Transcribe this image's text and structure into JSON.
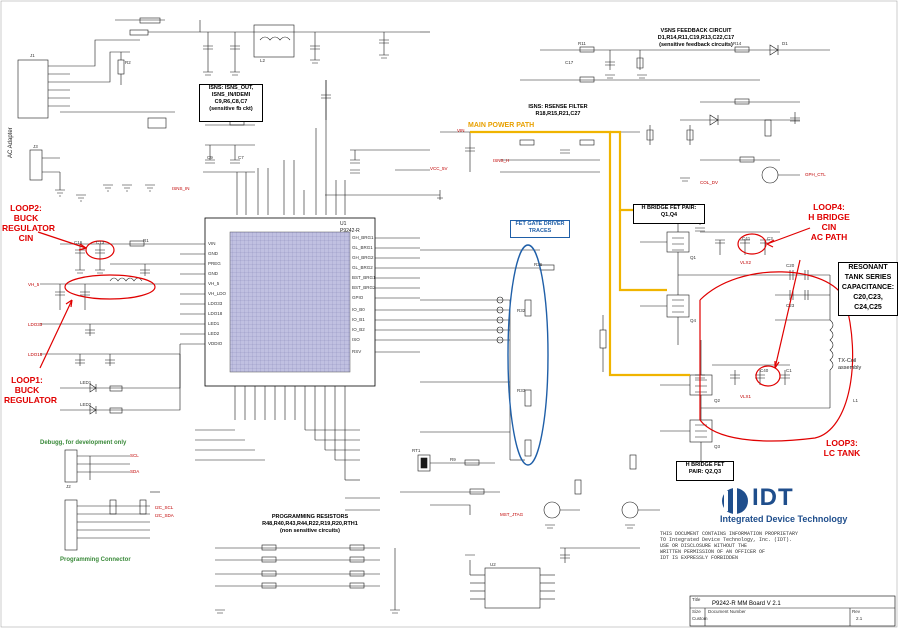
{
  "boxes": {
    "isns": [
      "ISNS: ISNS_OUT,",
      "ISNS_IN/IDEMI",
      "C9,R6,C8,C7",
      "(sensitive fb ckt)"
    ],
    "vsns": [
      "VSNS FEEDBACK CIRCUIT",
      "D1,R14,R11,C19,R13,C22,C17",
      "(sensitive feedback circuits)"
    ],
    "rsense": [
      "ISNS: RSENSE FILTER",
      "R18,R15,R21,C27"
    ],
    "fet_gate": [
      "FET GATE DRIVER",
      "TRACES"
    ],
    "hbridge_q1q4": [
      "H BRIDGE FET PAIR:",
      "Q1,Q4"
    ],
    "hbridge_q2q3": [
      "H BRIDGE FET",
      "PAIR: Q2,Q3"
    ],
    "resonant": [
      "RESONANT",
      "TANK SERIES",
      "CAPACITANCE:",
      "C20,C23,",
      "C24,C25"
    ],
    "prog": [
      "PROGRAMMING RESISTORS",
      "R48,R40,R43,R44,R22,R19,R20,RTH1",
      "(non sensitive circuits)"
    ]
  },
  "annotations": {
    "loop2": [
      "LOOP2:",
      "BUCK",
      "REGULATOR",
      "CIN"
    ],
    "loop1": [
      "LOOP1:",
      "BUCK",
      "REGULATOR"
    ],
    "loop4": [
      "LOOP4:",
      "H BRIDGE",
      "CIN",
      "AC PATH"
    ],
    "loop3": [
      "LOOP3:",
      "LC TANK"
    ],
    "main_power": "MAIN POWER PATH",
    "ac_adapter": "AC Adapter",
    "debug": "Debugg, for development only",
    "prog_conn": "Programming Connector",
    "tx_coil": [
      "TX-Coil",
      "assembly"
    ]
  },
  "chip": {
    "ref": "U1",
    "part": "P9242-R",
    "left_pins": [
      "VIN",
      "GND",
      "PREG",
      "GND",
      "VH_5",
      "VH_LDO",
      "LDO33",
      "LDO18",
      "LED1",
      "LED2",
      "VDDIO"
    ],
    "right_pins": [
      "GH_BRG1",
      "GL_BRG1",
      "GH_BRG2",
      "GL_BRG2",
      "BST_BRG1",
      "BST_BRG2",
      "GPIO",
      "IO_B0",
      "IO_B1",
      "IO_B2",
      "ISO",
      "RSV"
    ]
  },
  "parts": {
    "c16": "C16",
    "c13": "C13",
    "c9": "C9",
    "c7": "C7",
    "c17": "C17",
    "r1": "R1",
    "r2": "R2",
    "r9": "R9",
    "r14": "R14",
    "d1": "D1",
    "r11": "R11",
    "q1": "Q1",
    "q2": "Q2",
    "q3": "Q3",
    "q4": "Q4",
    "c20": "C20",
    "c23": "C23",
    "c1": "C1",
    "c40": "C40",
    "c41": "C41",
    "c3": "C3",
    "rt1": "RT1",
    "j1": "J1",
    "j2": "J2",
    "j3": "J3",
    "l1": "L1",
    "l2": "L2",
    "u2": "U2",
    "led1": "LED1",
    "led2": "LED2",
    "r26": "R26",
    "r32": "R32",
    "r33": "R33"
  },
  "nets": {
    "vin": "VIN",
    "vcc_5v": "VCC_5V",
    "ldo33": "LDO33",
    "ldo18": "LDO18",
    "vh_5": "VH_5",
    "isns_in": "ISNS_IN",
    "isns_h": "ISNS_H",
    "col_dv": "COL_DV",
    "gph": "GPH_CTL",
    "scl": "SCL",
    "sda": "SDA",
    "i2c_scl": "I2C_SCL",
    "i2c_sda": "I2C_SDA",
    "vlx1": "VLX1",
    "vlx2": "VLX2",
    "mst_jtag": "MST_JTAG"
  },
  "logo": {
    "brand": "IDT",
    "company": "Integrated Device Technology"
  },
  "proprietary": "THIS DOCUMENT CONTAINS INFORMATION PROPRIETARY\nTO Integrated Device Technology, Inc. (IDT).\nUSE OR DISCLOSURE WITHOUT THE\nWRITTEN PERMISSION OF AN OFFICER OF\nIDT IS EXPRESSLY FORBIDDEN",
  "title_block": {
    "title_label": "Title",
    "title": "P9242-R MM Board V 2.1",
    "size_label": "Size",
    "size": "Custom",
    "doc_label": "Document Number",
    "rev_label": "Rev",
    "rev": "2.1"
  },
  "colors": {
    "schematic": "#1a1a1a",
    "annotation_red": "#e00000",
    "main_path_orange": "#f0b400",
    "gate_trace_blue": "#1f5fa8",
    "chip_fill": "#8c8cc8",
    "debug_green": "#3a8a3a"
  }
}
